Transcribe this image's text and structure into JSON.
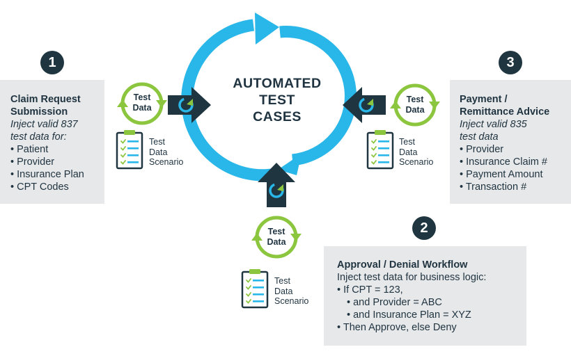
{
  "center": {
    "lines": [
      "AUTOMATED",
      "TEST",
      "CASES"
    ]
  },
  "steps": [
    {
      "number": "1",
      "title_lines": [
        "Claim Request",
        "Submission"
      ],
      "italic_lines": [
        "Inject valid 837",
        "test data for:"
      ],
      "items": [
        "• Patient",
        "• Provider",
        "• Insurance Plan",
        "• CPT Codes"
      ]
    },
    {
      "number": "2",
      "title": "Approval / Denial Workflow",
      "subtitle": "Inject test data for business logic:",
      "items": [
        "• If CPT = 123,",
        "• and Provider = ABC",
        "• and Insurance Plan = XYZ",
        "• Then Approve, else Deny"
      ]
    },
    {
      "number": "3",
      "title_lines": [
        "Payment /",
        "Remittance Advice"
      ],
      "italic_lines": [
        "Inject valid 835",
        "test data"
      ],
      "items": [
        "• Provider",
        "• Insurance Claim #",
        "• Payment Amount",
        "• Transaction #"
      ]
    }
  ],
  "test_data": {
    "label_line1": "Test",
    "label_line2": "Data"
  },
  "scenario": {
    "line1": "Test",
    "line2": "Data",
    "line3": "Scenario"
  },
  "colors": {
    "cycle_arrow": "#29b6e8",
    "dark_arrow": "#1f3540",
    "green": "#8cc63f",
    "panel": "#e7e8e9",
    "text": "#1f3340"
  },
  "icons": [
    "cycle-arrows-icon",
    "recycle-arrows-icon",
    "clipboard-checklist-icon",
    "logo-icon",
    "right-arrow-icon",
    "left-arrow-icon",
    "up-arrow-icon"
  ]
}
